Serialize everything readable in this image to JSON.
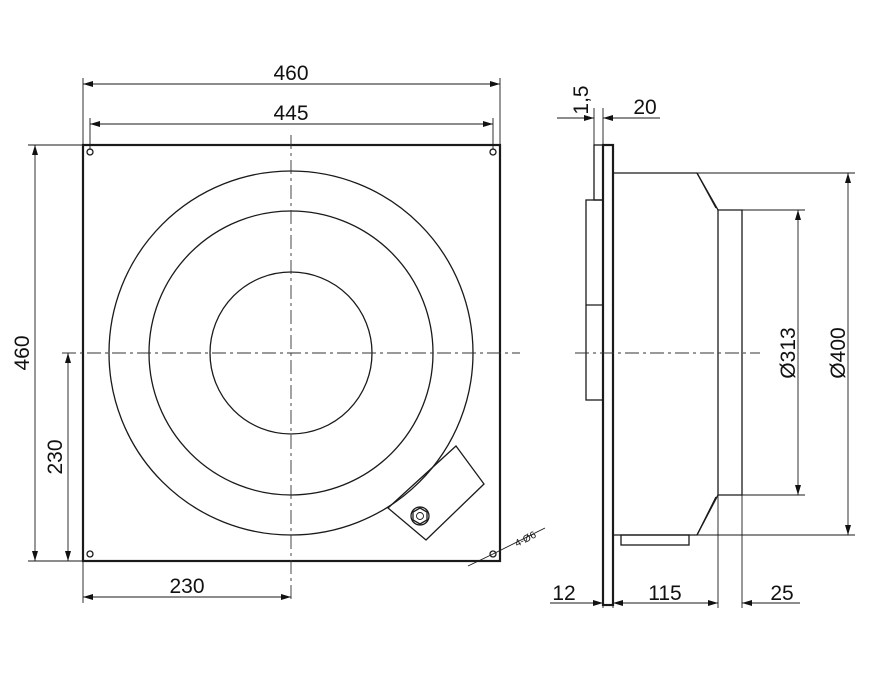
{
  "front_view": {
    "dim_width_outer": "460",
    "dim_width_holes": "445",
    "dim_height": "460",
    "dim_half_height": "230",
    "dim_half_width": "230",
    "hole_callout": "4-Ø6"
  },
  "side_view": {
    "dim_plate": "1,5",
    "dim_flange": "20",
    "dim_base": "12",
    "dim_body": "115",
    "dim_outlet": "25",
    "dim_inner_diameter": "Ø313",
    "dim_outer_diameter": "Ø400"
  }
}
